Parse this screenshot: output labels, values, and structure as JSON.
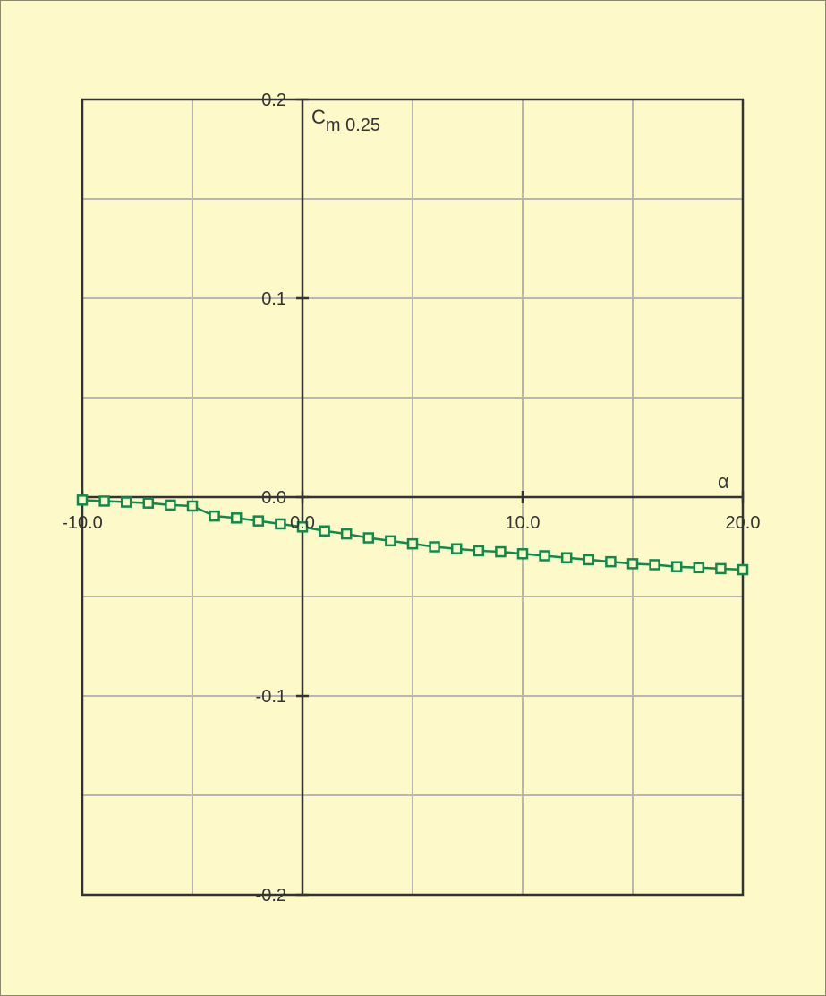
{
  "chart_data": {
    "type": "line",
    "title": "",
    "xlabel": "α",
    "ylabel_main": "C",
    "ylabel_sub": "m 0.25",
    "xlim": [
      -10,
      20
    ],
    "ylim": [
      -0.2,
      0.2
    ],
    "grid": true,
    "x_ticks": [
      {
        "value": -10,
        "label": "-10.0"
      },
      {
        "value": 0,
        "label": "0.0"
      },
      {
        "value": 10,
        "label": "10.0"
      },
      {
        "value": 20,
        "label": "20.0"
      }
    ],
    "y_ticks": [
      {
        "value": 0.2,
        "label": "0.2"
      },
      {
        "value": 0.1,
        "label": "0.1"
      },
      {
        "value": 0.0,
        "label": "0.0"
      },
      {
        "value": -0.1,
        "label": "-0.1"
      },
      {
        "value": -0.2,
        "label": "-0.2"
      }
    ],
    "series": [
      {
        "color": "#0f8a4a",
        "marker": "square",
        "x": [
          -10,
          -9,
          -8,
          -7,
          -6,
          -5,
          -4,
          -3,
          -2,
          -1,
          0,
          1,
          2,
          3,
          4,
          5,
          6,
          7,
          8,
          9,
          10,
          11,
          12,
          13,
          14,
          15,
          16,
          17,
          18,
          19,
          20
        ],
        "y": [
          -0.0015,
          -0.002,
          -0.0025,
          -0.003,
          -0.004,
          -0.0045,
          -0.0095,
          -0.0105,
          -0.012,
          -0.0135,
          -0.015,
          -0.017,
          -0.0185,
          -0.0205,
          -0.022,
          -0.0235,
          -0.025,
          -0.026,
          -0.027,
          -0.0275,
          -0.0285,
          -0.0295,
          -0.0305,
          -0.0315,
          -0.0325,
          -0.0335,
          -0.034,
          -0.035,
          -0.0355,
          -0.036,
          -0.0365
        ]
      }
    ]
  }
}
